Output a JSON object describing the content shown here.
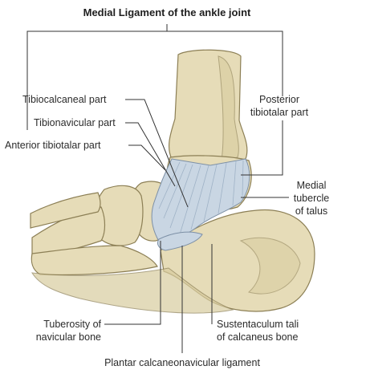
{
  "title": "Medial Ligament of the ankle joint",
  "labels": {
    "tibiocalcaneal_part": "Tibiocalcaneal part",
    "tibionavicular_part": "Tibionavicular part",
    "anterior_tibiotalar_part": "Anterior tibiotalar part",
    "posterior_tibiotalar_part_1": "Posterior",
    "posterior_tibiotalar_part_2": "tibiotalar part",
    "medial_tubercle_1": "Medial",
    "medial_tubercle_2": "tubercle",
    "medial_tubercle_3": "of talus",
    "tuberosity_navicular_1": "Tuberosity of",
    "tuberosity_navicular_2": "navicular bone",
    "sustentaculum_1": "Sustentaculum tali",
    "sustentaculum_2": "of calcaneus bone",
    "plantar_ligament": "Plantar calcaneonavicular ligament"
  },
  "colors": {
    "bone": "#e6dcb8",
    "ligament": "#c9d6e3",
    "leader": "#333333"
  }
}
